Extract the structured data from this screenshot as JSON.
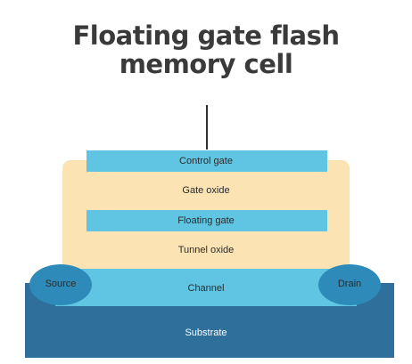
{
  "title": {
    "line1": "Floating gate flash",
    "line2": "memory cell"
  },
  "layers": {
    "control_gate": "Control gate",
    "gate_oxide": "Gate oxide",
    "floating_gate": "Floating gate",
    "tunnel_oxide": "Tunnel oxide",
    "channel": "Channel",
    "substrate": "Substrate",
    "source": "Source",
    "drain": "Drain"
  },
  "colors": {
    "gate_and_channel": "#60c5e2",
    "oxide": "#fbe3b4",
    "substrate": "#2f6f9c",
    "source_drain": "#2e8ab8",
    "title_text": "#3a3a3a"
  }
}
